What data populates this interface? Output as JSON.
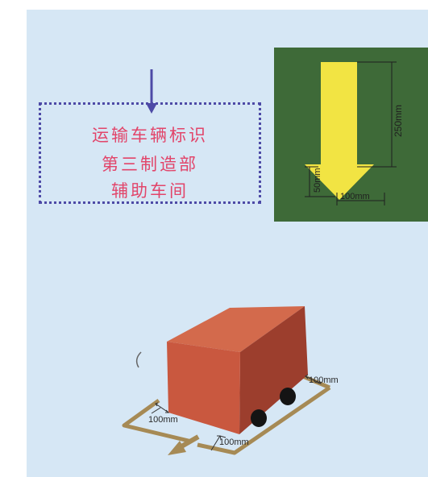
{
  "sign": {
    "lines": [
      "运输车辆标识",
      "第三制造部",
      "辅助车间"
    ]
  },
  "green_board": {
    "arrow_length": "250mm",
    "head_height": "50mm",
    "arrow_width": "100mm",
    "colors": {
      "board": "#3e6a38",
      "arrow": "#f2e443"
    }
  },
  "floor_diagram": {
    "clearance_left": "100mm",
    "clearance_right": "100mm",
    "clearance_front": "100mm",
    "colors": {
      "box_front": "#c9583f",
      "box_top": "#d36a4c",
      "box_side": "#9c3e2d",
      "outline": "#a68a55"
    }
  },
  "colors": {
    "panel": "#d6e7f5",
    "text_red": "#e2456a",
    "dotted_border": "#4d4aa6",
    "down_arrow": "#4d4aa6"
  }
}
